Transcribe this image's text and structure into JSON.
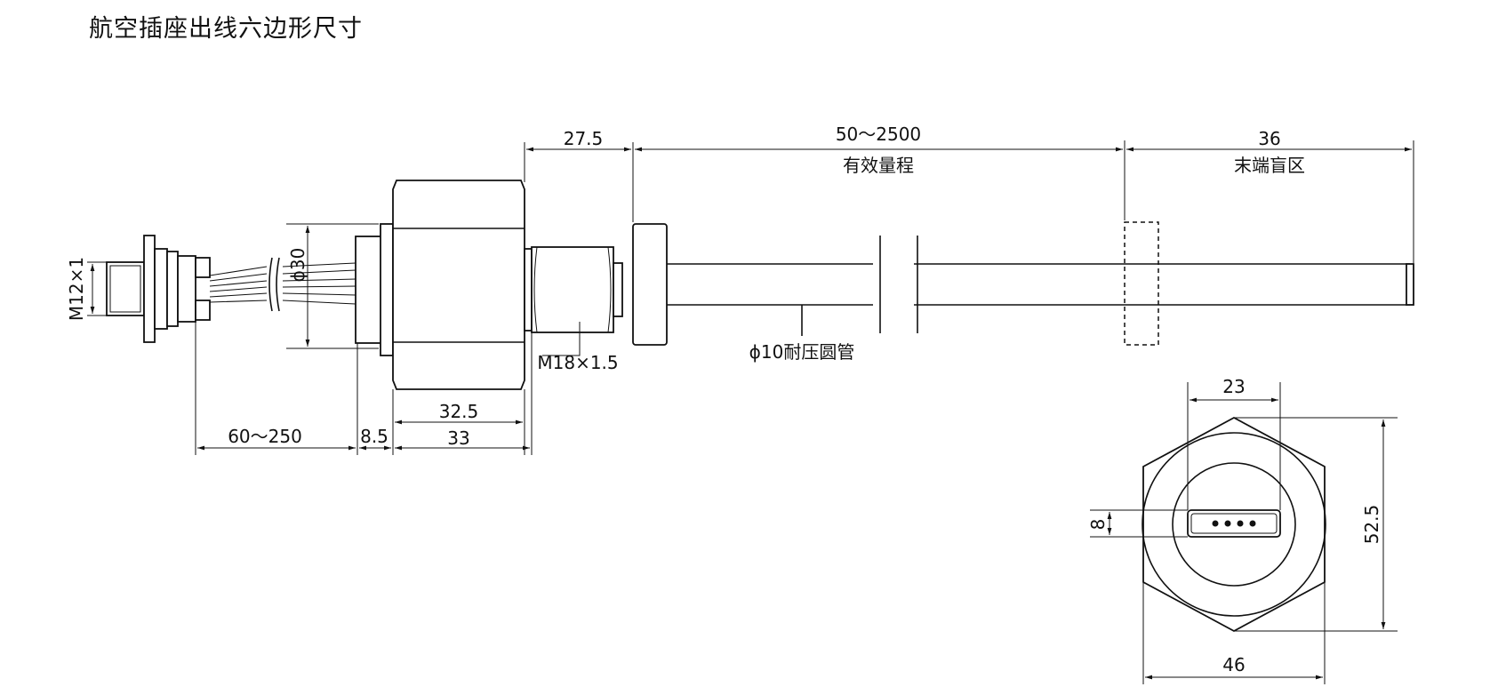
{
  "title": "航空插座出线六边形尺寸",
  "front_view": {
    "connector_thread": "M12×1",
    "cable_length": "60～250",
    "gland_width": "8.5",
    "hex_diameter": "ϕ30",
    "hex_length_inner": "32.5",
    "hex_length_outer": "33",
    "mount_thread": "M18×1.5",
    "flange_offset": "27.5",
    "effective_range": "50～2500",
    "effective_range_label": "有效量程",
    "end_blind_zone": "36",
    "end_blind_zone_label": "末端盲区",
    "tube_label": "ϕ10耐压圆管"
  },
  "end_view": {
    "connector_width": "23",
    "connector_height": "8",
    "across_corners": "52.5",
    "across_flats": "46"
  }
}
